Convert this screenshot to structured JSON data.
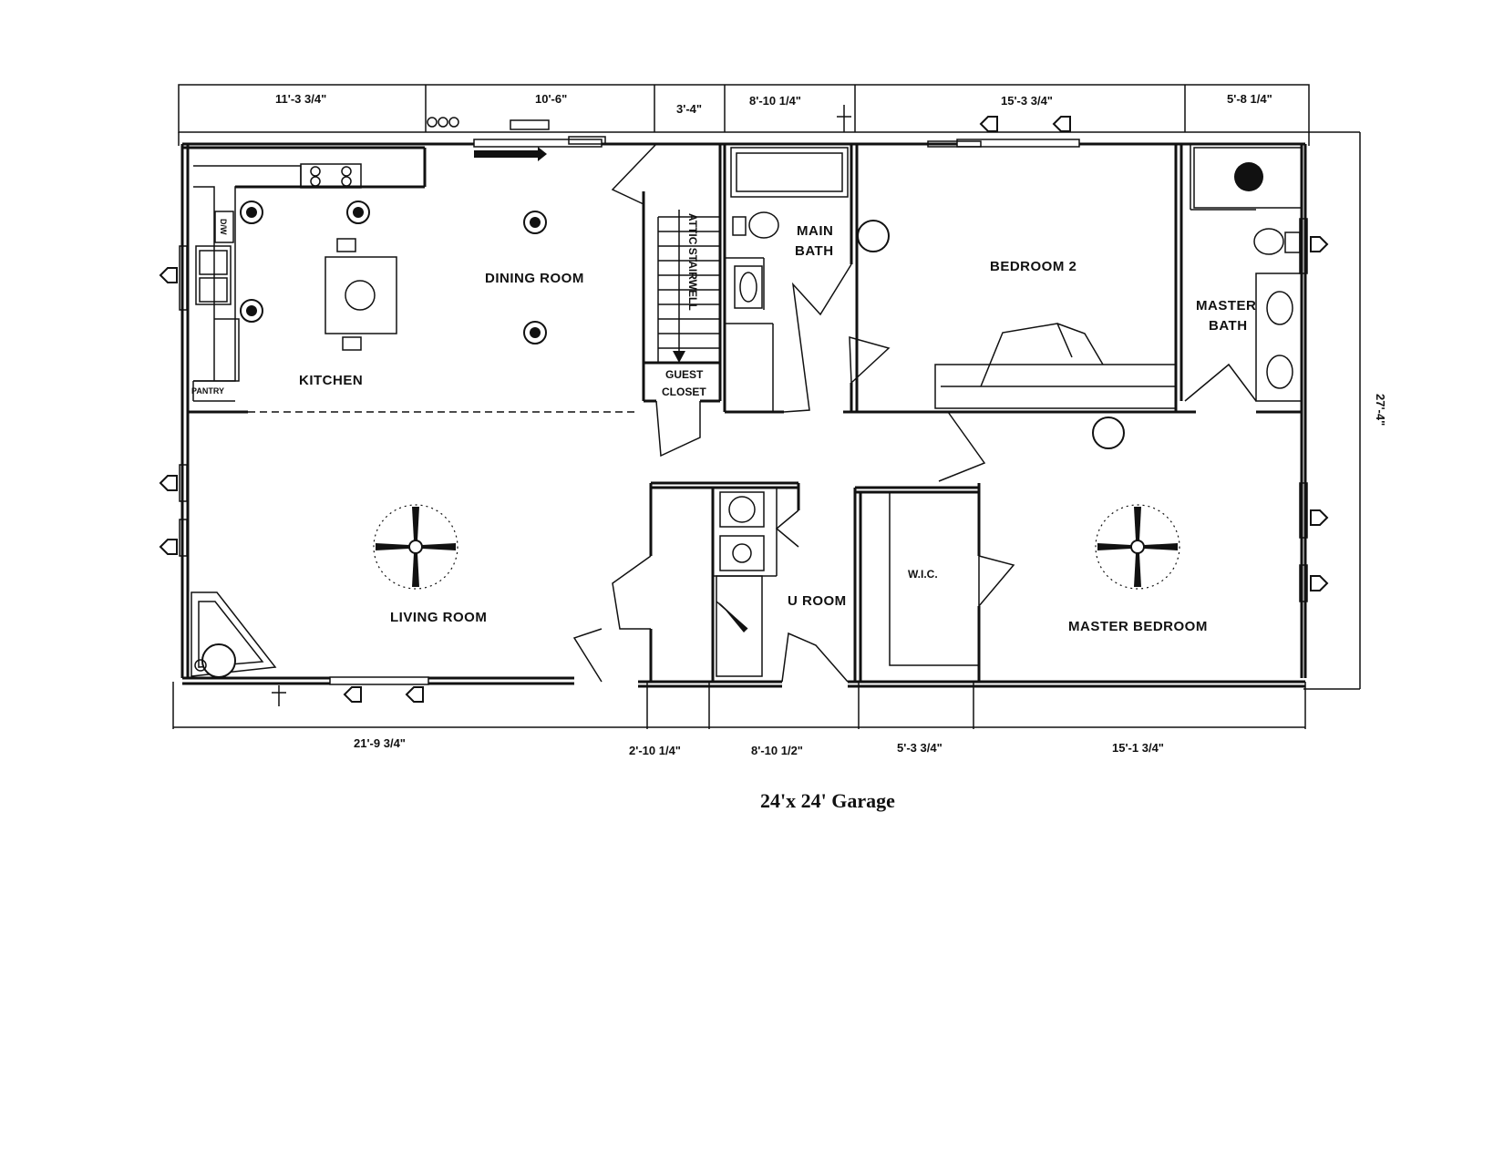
{
  "rooms": {
    "kitchen": "KITCHEN",
    "pantry": "PANTRY",
    "dining_room": "DINING ROOM",
    "attic_stairwell": "ATTIC STAIRWELL",
    "guest_closet_line1": "GUEST",
    "guest_closet_line2": "CLOSET",
    "main_bath_line1": "MAIN",
    "main_bath_line2": "BATH",
    "bedroom_2": "BEDROOM 2",
    "master_bath_line1": "MASTER",
    "master_bath_line2": "BATH",
    "living_room": "LIVING ROOM",
    "u_room": "U ROOM",
    "wic": "W.I.C.",
    "master_bedroom": "MASTER BEDROOM",
    "dw": "D/W"
  },
  "dimensions": {
    "top": [
      "11'-3 3/4\"",
      "10'-6\"",
      "3'-4\"",
      "8'-10 1/4\"",
      "15'-3 3/4\"",
      "5'-8 1/4\""
    ],
    "bottom": [
      "21'-9 3/4\"",
      "2'-10 1/4\"",
      "8'-10 1/2\"",
      "5'-3 3/4\"",
      "15'-1 3/4\""
    ],
    "right": "27'-4\""
  },
  "caption": "24'x 24' Garage"
}
